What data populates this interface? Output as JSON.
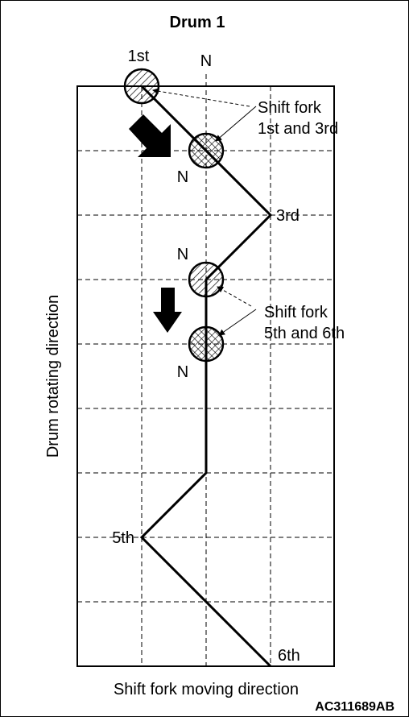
{
  "title": "Drum 1",
  "neutral_label": "N",
  "gear_labels": {
    "first": "1st",
    "third": "3rd",
    "fifth": "5th",
    "sixth": "6th"
  },
  "callouts": {
    "fork_1_3": [
      "Shift fork",
      "1st and 3rd"
    ],
    "fork_5_6": [
      "Shift fork",
      "5th and 6th"
    ]
  },
  "axis_labels": {
    "y": "Drum rotating direction",
    "x": "Shift fork moving direction"
  },
  "figure_code": "AC311689AB"
}
